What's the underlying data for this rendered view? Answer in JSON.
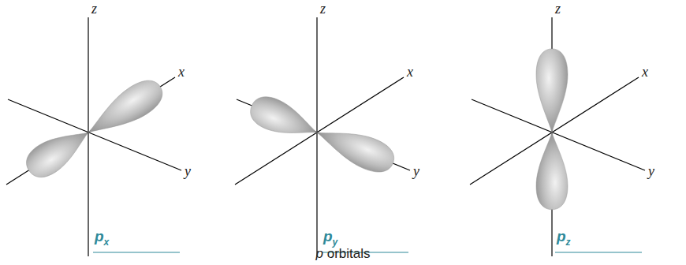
{
  "diagram": {
    "caption": "p orbitals",
    "labels": [
      "z",
      "x",
      "y",
      "px",
      "z",
      "x",
      "y",
      "py",
      "z",
      "x",
      "y",
      "pz"
    ]
  }
}
